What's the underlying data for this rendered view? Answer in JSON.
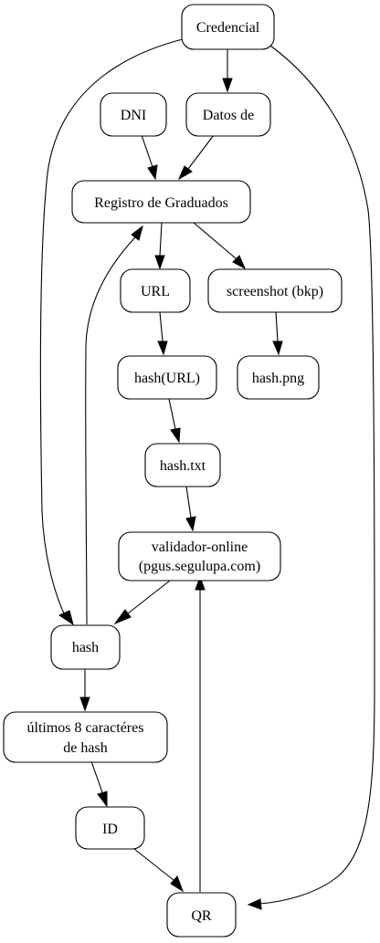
{
  "diagram": {
    "nodes": {
      "credencial": {
        "label": "Credencial"
      },
      "dni": {
        "label": "DNI"
      },
      "datos": {
        "label": "Datos de"
      },
      "registro": {
        "label": "Registro de Graduados"
      },
      "url": {
        "label": "URL"
      },
      "screenshot": {
        "label": "screenshot (bkp)"
      },
      "hash_url": {
        "label": "hash(URL)"
      },
      "hash_png": {
        "label": "hash.png"
      },
      "hash_txt": {
        "label": "hash.txt"
      },
      "validador": {
        "label_line1": "validador-online",
        "label_line2": "(pgus.segulupa.com)"
      },
      "hash": {
        "label": "hash"
      },
      "ultimos": {
        "label_line1": "últimos 8 caractéres",
        "label_line2": "de hash"
      },
      "id": {
        "label": "ID"
      },
      "qr": {
        "label": "QR"
      }
    },
    "edges": [
      {
        "from": "credencial",
        "to": "datos"
      },
      {
        "from": "credencial",
        "to": "hash"
      },
      {
        "from": "credencial",
        "to": "qr"
      },
      {
        "from": "dni",
        "to": "registro"
      },
      {
        "from": "datos",
        "to": "registro"
      },
      {
        "from": "registro",
        "to": "url"
      },
      {
        "from": "registro",
        "to": "screenshot"
      },
      {
        "from": "url",
        "to": "hash_url"
      },
      {
        "from": "screenshot",
        "to": "hash_png"
      },
      {
        "from": "hash_url",
        "to": "hash_txt"
      },
      {
        "from": "hash_txt",
        "to": "validador"
      },
      {
        "from": "validador",
        "to": "hash"
      },
      {
        "from": "hash",
        "to": "registro"
      },
      {
        "from": "hash",
        "to": "ultimos"
      },
      {
        "from": "ultimos",
        "to": "id"
      },
      {
        "from": "id",
        "to": "qr"
      },
      {
        "from": "qr",
        "to": "validador"
      }
    ]
  }
}
